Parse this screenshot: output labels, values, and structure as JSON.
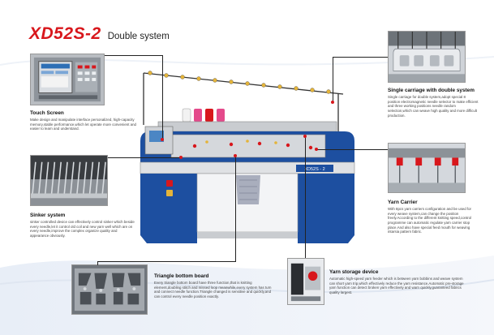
{
  "header": {
    "model": "XD52S-2",
    "subtitle": "Double system"
  },
  "machine": {
    "plate_text": "XD52S - 2",
    "colors": {
      "body": "#1d4fa0",
      "frame": "#c9ccd0",
      "accent": "#d8171c"
    }
  },
  "features": {
    "touch_screen": {
      "title": "Touch Screen",
      "text": "Make design and manipulate interface personalized, high-capacity memory,stable performance,which let operate more convenient and easier to learn and understand."
    },
    "sinker": {
      "title": "Sinker system",
      "text": "sinker controlled device can effectively control sinker which beside every needle,let it control old coil and new yarn well which are on every needle,improve the complex organize quality and appearance obviously."
    },
    "triangle": {
      "title": "Triangle bottom board",
      "text": "Every triangle bottom board have three function,that is knitting element,doubling stitch and missed loop meanwhile,every system has turn and connect needle function.Triangle changed is sensitive and quickly,and can control every needle position exactly."
    },
    "carriage": {
      "title": "Single carriage with double system",
      "text": "Single carriage for double system,adopt special 8 position electromagnetic needle selector to make efficient and three working positions needle random selection,which can weave high quality and more difficult production."
    },
    "yarn_carrier": {
      "title": "Yarn Carrier",
      "text": "With 8pcs yarn carriers configuration and be used for every weave system,can change the position freely.According to the different knitting speed,control programme can automatic regulate yarn carrier stop place.And also have special feed mouth for weaving intarsia pattern fabric."
    },
    "yarn_storage": {
      "title": "Yarn storage device",
      "text": "Automatic high-speed yarn feeder which is between yarn bobbins and weave system can short yarn trip,which effectively reduce the yarn resistance.Automatic pre-storage yarn function can detect broken yarn effectively and warn quickly,guaranteed fabrics quality largest."
    }
  }
}
